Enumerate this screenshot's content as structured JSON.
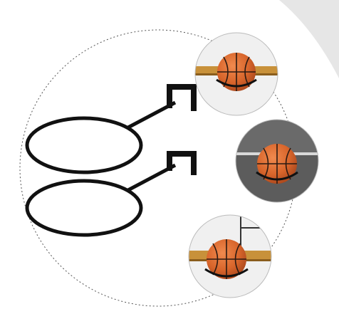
{
  "image": {
    "subject": "basketball-wall-rack-product-photo",
    "product": {
      "item": "wall-mounted-ball-holder-rings",
      "count": 2,
      "color": "#111111"
    },
    "callouts": [
      {
        "id": "detail-top",
        "scene": "ball-on-rack-light-wall-wood-trim"
      },
      {
        "id": "detail-middle",
        "scene": "ball-on-rack-dark-wall"
      },
      {
        "id": "detail-bottom",
        "scene": "ball-on-rack-light-wall-wood-shelf"
      }
    ],
    "colors": {
      "background": "#ffffff",
      "corner_shape": "#e6e6e6",
      "dotted_outline": "#555555",
      "ball": "#d8652b",
      "ball_seams": "#2b1a12",
      "wood_trim": "#c8913a",
      "dark_wall": "#5c5c5c",
      "light_wall": "#f0f0f0"
    }
  }
}
